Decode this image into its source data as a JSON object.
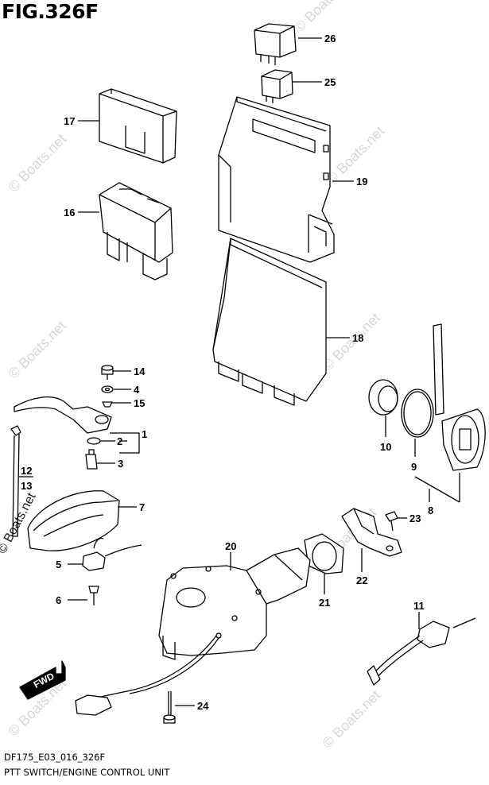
{
  "figure": {
    "title": "FIG.326F"
  },
  "watermark": {
    "text": "© Boats.net"
  },
  "footer": {
    "code": "DF175_E03_016_326F",
    "caption": "PTT SWITCH/ENGINE CONTROL UNIT"
  },
  "fwd_label": "FWD",
  "callouts": {
    "c26": "26",
    "c25": "25",
    "c17": "17",
    "c19": "19",
    "c16": "16",
    "c18": "18",
    "c14": "14",
    "c4": "4",
    "c15": "15",
    "c1": "1",
    "c2": "2",
    "c3": "3",
    "c12": "12",
    "c13": "13",
    "c7": "7",
    "c10": "10",
    "c9": "9",
    "c8": "8",
    "c23": "23",
    "c20": "20",
    "c22": "22",
    "c5": "5",
    "c21": "21",
    "c6": "6",
    "c11": "11",
    "c24": "24"
  }
}
